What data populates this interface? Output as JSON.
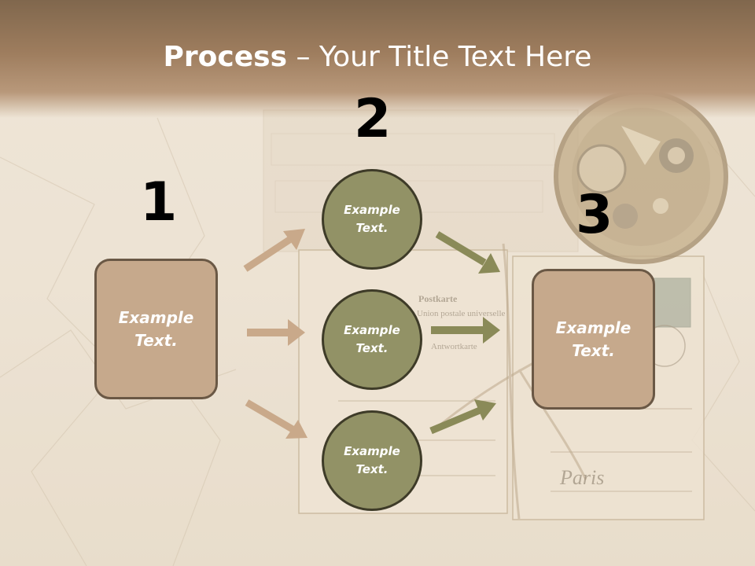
{
  "title": {
    "bold": "Process",
    "rest": " – Your Title Text Here"
  },
  "steps": [
    {
      "number": "1",
      "text": "Example\nText."
    },
    {
      "number": "2",
      "items": [
        "Example\nText.",
        "Example\nText.",
        "Example\nText."
      ]
    },
    {
      "number": "3",
      "text": "Example\nText."
    }
  ],
  "background_text": {
    "postcard": "Postkarte",
    "union": "Union postale universelle",
    "karte": "Antwortkarte",
    "city": "Paris"
  },
  "colors": {
    "left_arrows": "#c9a98a",
    "right_arrows": "#8a8a58",
    "box_fill": "#c6a98c",
    "circle_fill": "#929266"
  }
}
